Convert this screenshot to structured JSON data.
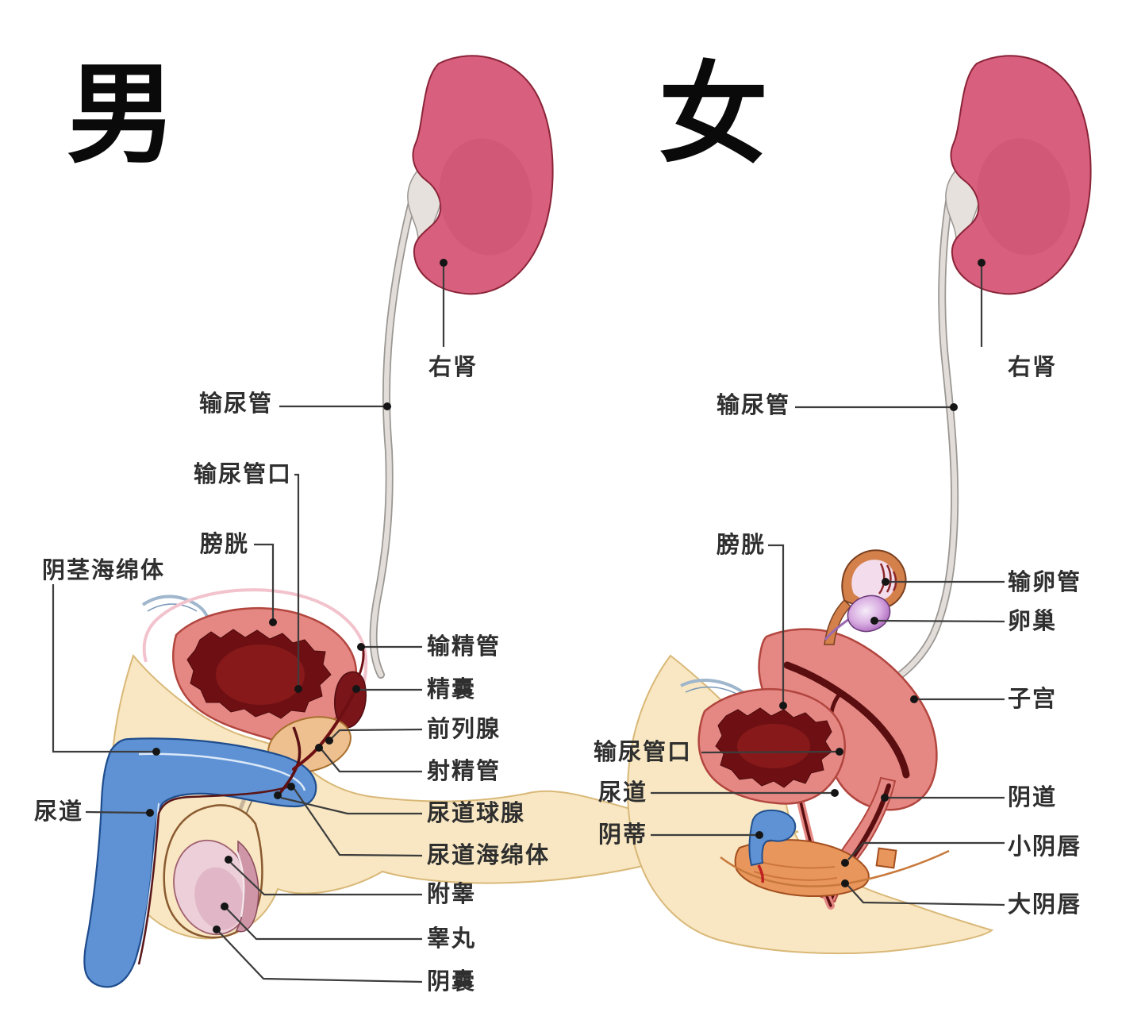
{
  "colors": {
    "background": "#ffffff",
    "kidney_pink": "#d95f7e",
    "organ_salmon": "#e58884",
    "cavity_dark_red": "#6e1013",
    "penis_blue": "#5e92d4",
    "tissue_cream": "#f8e7c2",
    "prostate_tan": "#eec08f",
    "fallopian_orange": "#d4804a",
    "ovary_purple": "#b67cc8",
    "labia_orange": "#e9965c",
    "ureter_gray": "#e2ddd8",
    "leader_line": "#3c3c3c",
    "label_text": "#2f2f2f"
  },
  "male": {
    "title": "男",
    "labels": {
      "right_kidney": "右肾",
      "ureter": "输尿管",
      "ureteral_orifice": "输尿管口",
      "bladder": "膀胱",
      "corpus_cavernosum": "阴茎海绵体",
      "urethra": "尿道",
      "vas_deferens": "输精管",
      "seminal_vesicle": "精囊",
      "prostate": "前列腺",
      "ejaculatory_duct": "射精管",
      "bulbourethral_gland": "尿道球腺",
      "corpus_spongiosum": "尿道海绵体",
      "epididymis": "附睾",
      "testis": "睾丸",
      "scrotum": "阴囊"
    }
  },
  "female": {
    "title": "女",
    "labels": {
      "right_kidney": "右肾",
      "ureter": "输尿管",
      "bladder": "膀胱",
      "fallopian_tube": "输卵管",
      "ovary": "卵巢",
      "uterus": "子宫",
      "ureteral_orifice": "输尿管口",
      "urethra": "尿道",
      "vagina": "阴道",
      "clitoris": "阴蒂",
      "labia_minora": "小阴唇",
      "labia_majora": "大阴唇"
    }
  }
}
